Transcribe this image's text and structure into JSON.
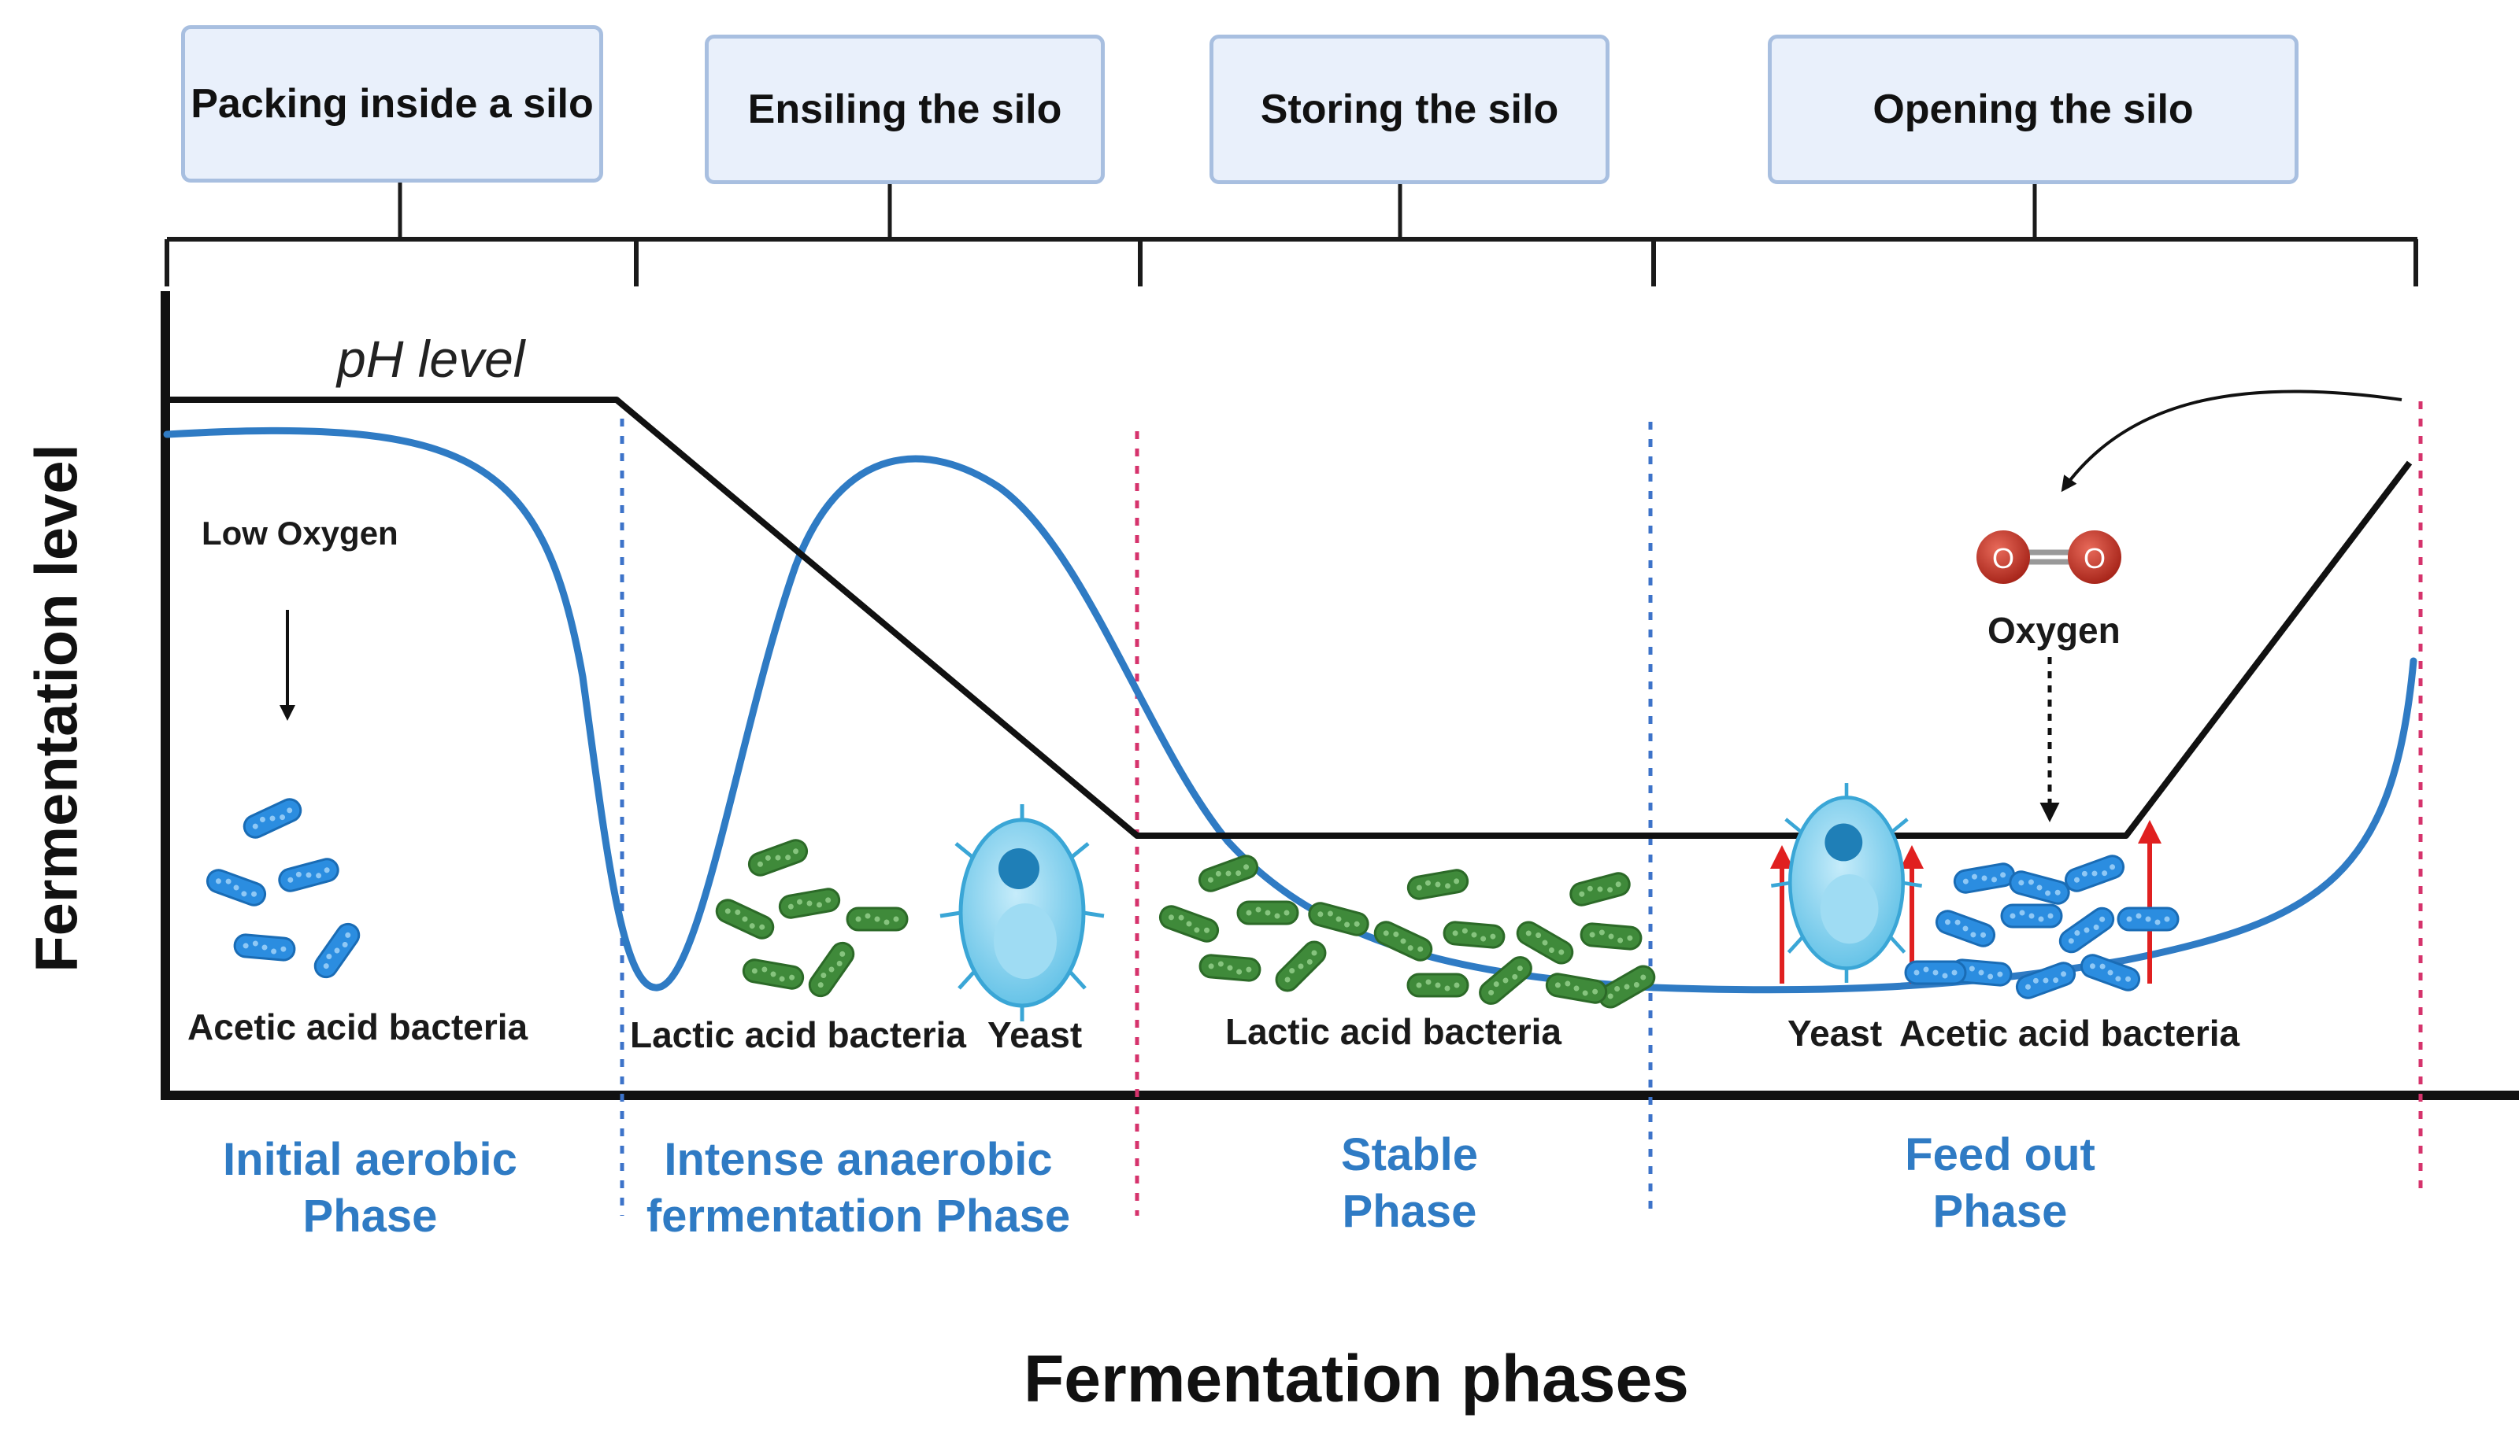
{
  "stages": [
    {
      "id": "packing",
      "label": "Packing inside a silo"
    },
    {
      "id": "ensiling",
      "label": "Ensiling the silo"
    },
    {
      "id": "storing",
      "label": "Storing the silo"
    },
    {
      "id": "opening",
      "label": "Opening the silo"
    }
  ],
  "curve_labels": {
    "ph": "pH level"
  },
  "annotations": {
    "low_oxygen": "Low Oxygen",
    "oxygen": "Oxygen",
    "oxygen_atom": "O"
  },
  "organisms": {
    "acetic_left": "Acetic acid bacteria",
    "lactic_intense": "Lactic acid bacteria",
    "yeast_intense": "Yeast",
    "lactic_stable": "Lactic acid bacteria",
    "yeast_feed": "Yeast",
    "acetic_feed": "Acetic acid bacteria"
  },
  "phases": [
    {
      "line1": "Initial aerobic",
      "line2": "Phase"
    },
    {
      "line1": "Intense anaerobic",
      "line2": "fermentation Phase"
    },
    {
      "line1": "Stable",
      "line2": "Phase"
    },
    {
      "line1": "Feed out",
      "line2": "Phase"
    }
  ],
  "axes": {
    "y_title": "Fermentation level",
    "x_title": "Fermentation phases"
  },
  "colors": {
    "curve_blue": "#2f7bc4",
    "ph_line": "#111111",
    "bacteria_blue": "#2b8de0",
    "bacteria_green": "#3f8a3a",
    "yeast": "#7fd0ee",
    "oxygen": "#c0392b",
    "red_arrow": "#e02020",
    "divider_blue": "#3d73c9",
    "divider_pink": "#d6336c",
    "box_fill": "#e9f0fb",
    "box_border": "#a8bfe0"
  }
}
